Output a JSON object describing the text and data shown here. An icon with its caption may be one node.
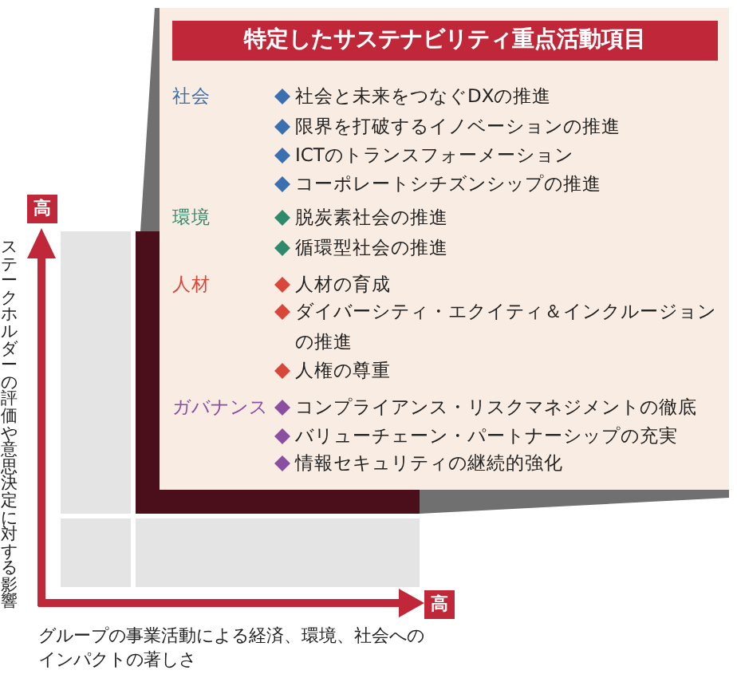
{
  "diagram": {
    "labels": [
      "特定したサステナビリティ重点活動項目",
      "社会",
      "社会と未来をつなぐDXの推進",
      "限界を打破するイノベーションの推進",
      "ICTのトランスフォーメーション",
      "コーポレートシチズンシップの推進",
      "環境",
      "脱炭素社会の推進",
      "循環型社会の推進",
      "人材",
      "人材の育成",
      "ダイバーシティ・エクイティ＆インクルージョンの推進",
      "人権の尊重",
      "ガバナンス",
      "コンプライアンス・リスクマネジメントの徹底",
      "バリューチェーン・パートナーシップの充実",
      "情報セキュリティの継続的強化",
      "高",
      "ステークホルダーの評価や意思決定に対する影響",
      "高",
      "グループの事業活動による経済、環境、社会へのインパクトの著しさ"
    ]
  }
}
